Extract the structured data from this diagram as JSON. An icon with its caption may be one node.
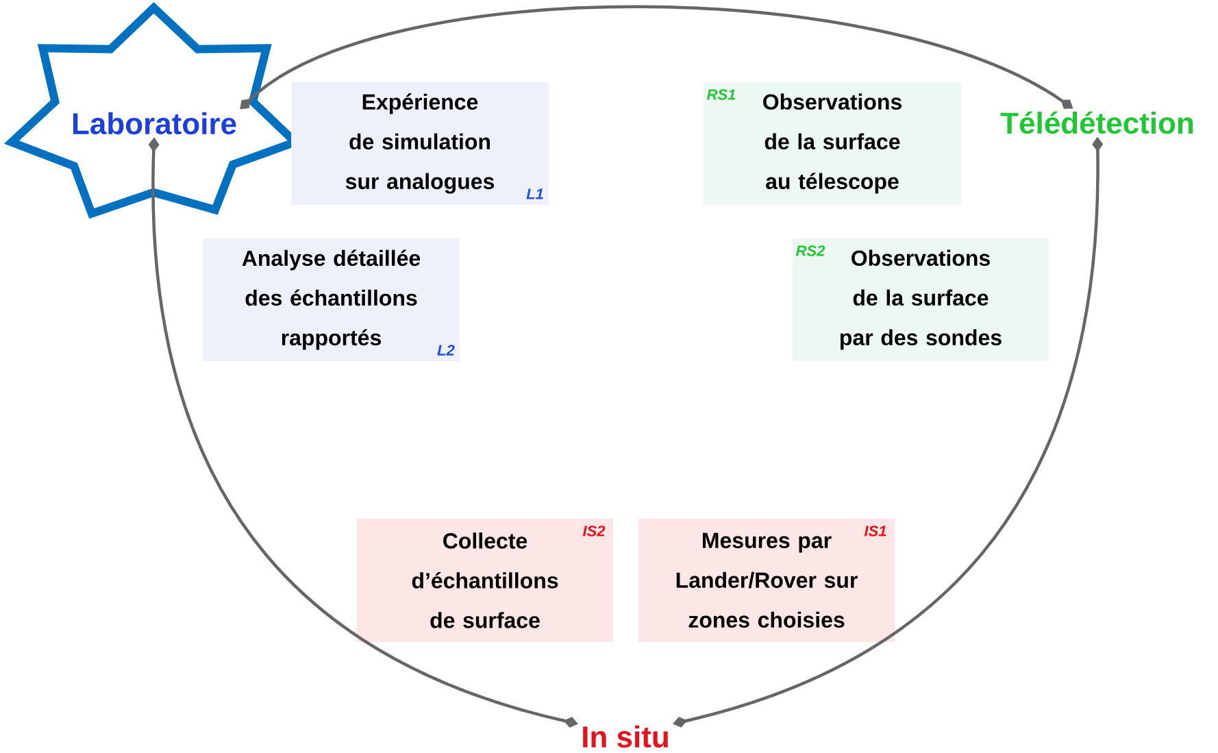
{
  "diagram": {
    "nodes": [
      {
        "text": [
          "Laboratoire"
        ]
      },
      {
        "text": [
          "Expérience de simulation sur analogues",
          "L1"
        ]
      },
      {
        "text": [
          "RS1",
          "Observations de la surface au télescope"
        ]
      },
      {
        "text": [
          "Télédétection"
        ]
      },
      {
        "text": [
          "Analyse détaillée des échantillons rapportés",
          "L2"
        ]
      },
      {
        "text": [
          "RS2",
          "Observations de la surface par des sondes"
        ]
      },
      {
        "text": [
          "IS2",
          "Collecte d’échantillons de surface"
        ]
      },
      {
        "text": [
          "IS1",
          "Mesures par Lander/Rover sur zones choisies"
        ]
      },
      {
        "text": [
          "In situ"
        ]
      }
    ],
    "edges": [
      {
        "from": 0,
        "to": 3,
        "arrow": "other"
      },
      {
        "from": 0,
        "to": 8,
        "arrow": "other"
      },
      {
        "from": 3,
        "to": 8,
        "arrow": "other"
      }
    ]
  }
}
